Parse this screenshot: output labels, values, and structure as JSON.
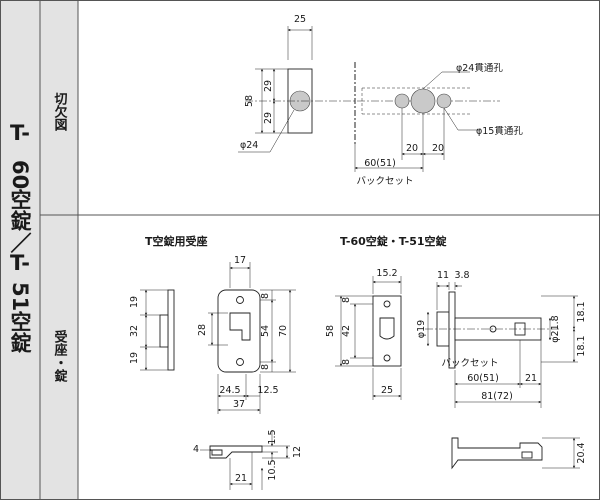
{
  "model_title": [
    "T-",
    "60空錠",
    "／",
    "T-",
    "51空錠"
  ],
  "sections": {
    "cutout": "切欠図",
    "strike_lock": "受座・錠"
  },
  "labels": {
    "strike_title": "T空錠用受座",
    "lock_title": "T-60空錠・T-51空錠",
    "backset": "バックセット",
    "backset2": "バックセット"
  },
  "cutout_dims": {
    "d25": "25",
    "d58": "58",
    "d29a": "29",
    "d29b": "29",
    "phi24": "φ24",
    "phi24_hole": "φ24貫通孔",
    "phi15_hole": "φ15貫通孔",
    "d20a": "20",
    "d20b": "20",
    "d60_51": "60(51)"
  },
  "strike_dims": {
    "d19a": "19",
    "d32": "32",
    "d19b": "19",
    "d17": "17",
    "d28": "28",
    "d8a": "8",
    "d54": "54",
    "d8b": "8",
    "d70": "70",
    "d24_5": "24.5",
    "d12_5": "12.5",
    "d37": "37",
    "d4": "4",
    "d21": "21",
    "d1_5": "1.5",
    "d12": "12",
    "d10_5": "10.5"
  },
  "lock_dims": {
    "d15_2": "15.2",
    "d11": "11",
    "d3_8": "3.8",
    "d58": "58",
    "d8a": "8",
    "d42": "42",
    "d8b": "8",
    "phi19": "φ19",
    "d25": "25",
    "d18_1a": "18.1",
    "phi21_8": "φ21.8",
    "d18_1b": "18.1",
    "d60_51": "60(51)",
    "d21": "21",
    "d81_72": "81(72)",
    "d20_4": "20.4"
  },
  "colors": {
    "panel": "#e3e3e3",
    "border": "#555555",
    "part_fill": "#c9c9c9"
  }
}
